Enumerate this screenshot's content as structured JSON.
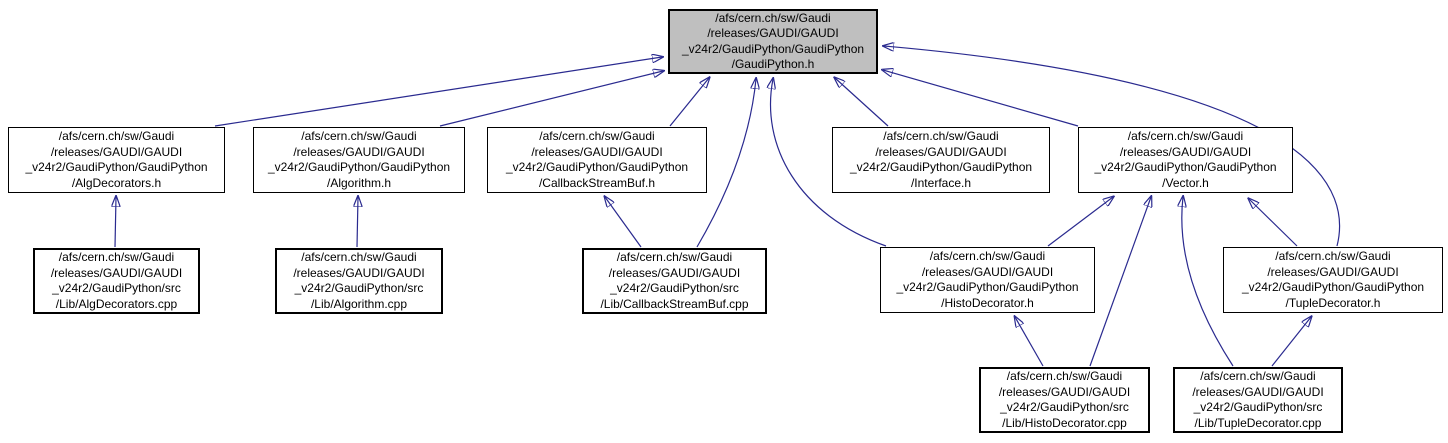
{
  "diagram": {
    "type": "include-dependency-graph",
    "background_color": "#ffffff",
    "node_fill": "#ffffff",
    "root_fill": "#bfbfbf",
    "border_color": "#000000",
    "edge_color": "#2a2a8f",
    "nodes": {
      "gaudipython_h": {
        "label": "/afs/cern.ch/sw/Gaudi\n/releases/GAUDI/GAUDI\n_v24r2/GaudiPython/GaudiPython\n/GaudiPython.h"
      },
      "algdecorators_h": {
        "label": "/afs/cern.ch/sw/Gaudi\n/releases/GAUDI/GAUDI\n_v24r2/GaudiPython/GaudiPython\n/AlgDecorators.h"
      },
      "algorithm_h": {
        "label": "/afs/cern.ch/sw/Gaudi\n/releases/GAUDI/GAUDI\n_v24r2/GaudiPython/GaudiPython\n/Algorithm.h"
      },
      "callbackstreambuf_h": {
        "label": "/afs/cern.ch/sw/Gaudi\n/releases/GAUDI/GAUDI\n_v24r2/GaudiPython/GaudiPython\n/CallbackStreamBuf.h"
      },
      "interface_h": {
        "label": "/afs/cern.ch/sw/Gaudi\n/releases/GAUDI/GAUDI\n_v24r2/GaudiPython/GaudiPython\n/Interface.h"
      },
      "vector_h": {
        "label": "/afs/cern.ch/sw/Gaudi\n/releases/GAUDI/GAUDI\n_v24r2/GaudiPython/GaudiPython\n/Vector.h"
      },
      "algdecorators_cpp": {
        "label": "/afs/cern.ch/sw/Gaudi\n/releases/GAUDI/GAUDI\n_v24r2/GaudiPython/src\n/Lib/AlgDecorators.cpp"
      },
      "algorithm_cpp": {
        "label": "/afs/cern.ch/sw/Gaudi\n/releases/GAUDI/GAUDI\n_v24r2/GaudiPython/src\n/Lib/Algorithm.cpp"
      },
      "callbackstreambuf_cpp": {
        "label": "/afs/cern.ch/sw/Gaudi\n/releases/GAUDI/GAUDI\n_v24r2/GaudiPython/src\n/Lib/CallbackStreamBuf.cpp"
      },
      "histodecorator_h": {
        "label": "/afs/cern.ch/sw/Gaudi\n/releases/GAUDI/GAUDI\n_v24r2/GaudiPython/GaudiPython\n/HistoDecorator.h"
      },
      "tupledecorator_h": {
        "label": "/afs/cern.ch/sw/Gaudi\n/releases/GAUDI/GAUDI\n_v24r2/GaudiPython/GaudiPython\n/TupleDecorator.h"
      },
      "histodecorator_cpp": {
        "label": "/afs/cern.ch/sw/Gaudi\n/releases/GAUDI/GAUDI\n_v24r2/GaudiPython/src\n/Lib/HistoDecorator.cpp"
      },
      "tupledecorator_cpp": {
        "label": "/afs/cern.ch/sw/Gaudi\n/releases/GAUDI/GAUDI\n_v24r2/GaudiPython/src\n/Lib/TupleDecorator.cpp"
      }
    },
    "edges": [
      {
        "from": "AlgDecorators.h",
        "to": "GaudiPython.h"
      },
      {
        "from": "Algorithm.h",
        "to": "GaudiPython.h"
      },
      {
        "from": "CallbackStreamBuf.h",
        "to": "GaudiPython.h"
      },
      {
        "from": "CallbackStreamBuf.cpp",
        "to": "GaudiPython.h"
      },
      {
        "from": "HistoDecorator.h",
        "to": "GaudiPython.h"
      },
      {
        "from": "Interface.h",
        "to": "GaudiPython.h"
      },
      {
        "from": "Vector.h",
        "to": "GaudiPython.h"
      },
      {
        "from": "TupleDecorator.h",
        "to": "GaudiPython.h"
      },
      {
        "from": "AlgDecorators.cpp",
        "to": "AlgDecorators.h"
      },
      {
        "from": "Algorithm.cpp",
        "to": "Algorithm.h"
      },
      {
        "from": "CallbackStreamBuf.cpp",
        "to": "CallbackStreamBuf.h"
      },
      {
        "from": "HistoDecorator.cpp",
        "to": "HistoDecorator.h"
      },
      {
        "from": "HistoDecorator.cpp",
        "to": "Vector.h"
      },
      {
        "from": "TupleDecorator.cpp",
        "to": "Vector.h"
      },
      {
        "from": "TupleDecorator.cpp",
        "to": "TupleDecorator.h"
      },
      {
        "from": "TupleDecorator.h",
        "to": "Vector.h"
      },
      {
        "from": "HistoDecorator.h",
        "to": "Vector.h"
      }
    ]
  }
}
